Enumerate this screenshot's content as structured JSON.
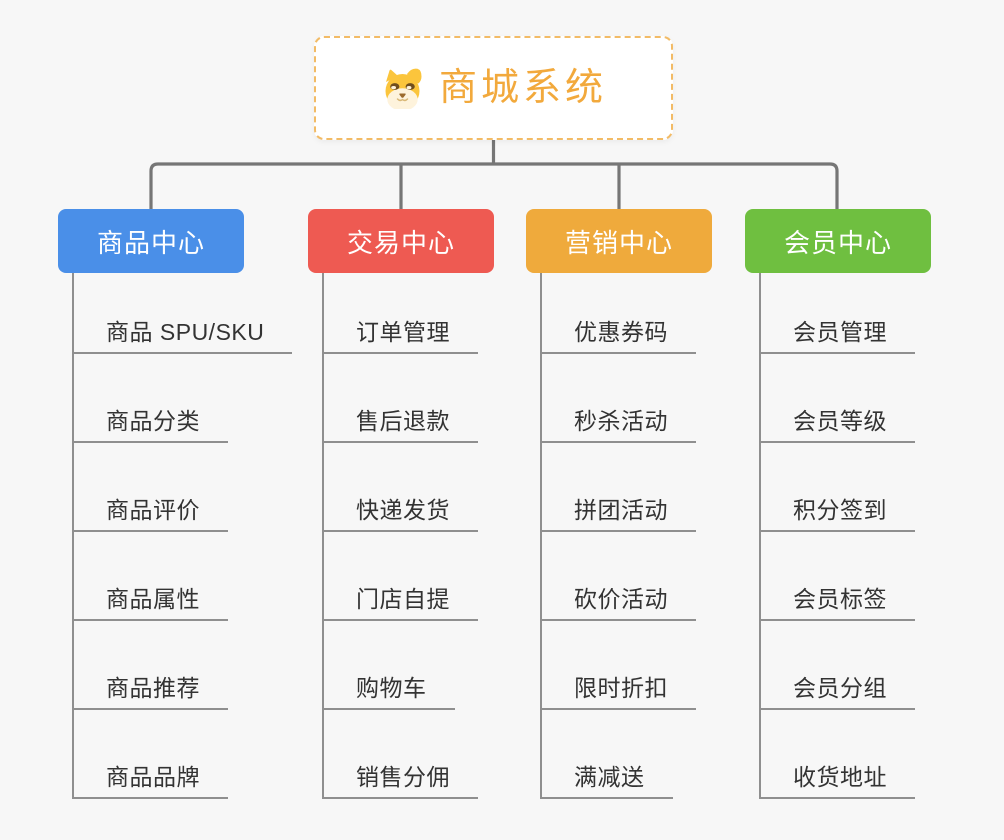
{
  "page": {
    "background": "#F7F7F7"
  },
  "root": {
    "title": "商城系统",
    "icon": "dog-face-icon",
    "title_color": "#F2A93C",
    "border_color": "#F2BB66"
  },
  "connector": {
    "color": "#767676"
  },
  "leaf_style": {
    "text_color": "#333333",
    "line_color": "#8F8F8F"
  },
  "branches": [
    {
      "label": "商品中心",
      "color": "#4A8FE8",
      "items": [
        "商品 SPU/SKU",
        "商品分类",
        "商品评价",
        "商品属性",
        "商品推荐",
        "商品品牌"
      ]
    },
    {
      "label": "交易中心",
      "color": "#EE5A52",
      "items": [
        "订单管理",
        "售后退款",
        "快递发货",
        "门店自提",
        "购物车",
        "销售分佣"
      ]
    },
    {
      "label": "营销中心",
      "color": "#EFAA3C",
      "items": [
        "优惠券码",
        "秒杀活动",
        "拼团活动",
        "砍价活动",
        "限时折扣",
        "满减送"
      ]
    },
    {
      "label": "会员中心",
      "color": "#6FBF40",
      "items": [
        "会员管理",
        "会员等级",
        "积分签到",
        "会员标签",
        "会员分组",
        "收货地址"
      ]
    }
  ]
}
